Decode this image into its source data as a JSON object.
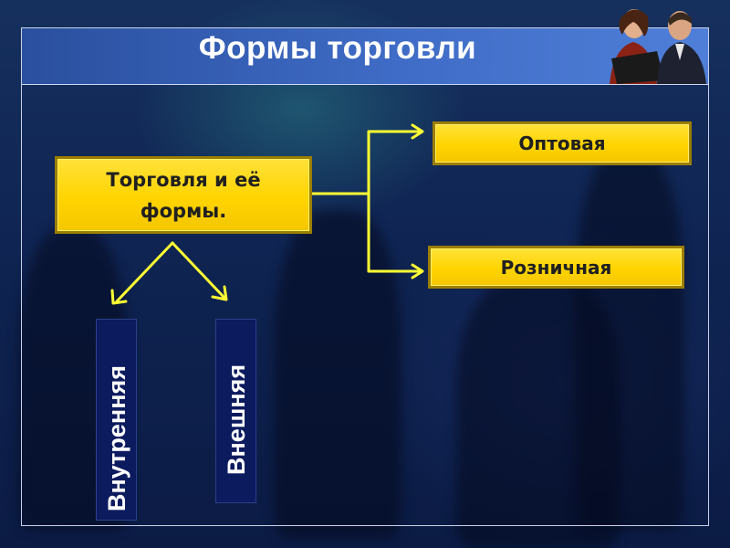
{
  "slide": {
    "title": "Формы торговли"
  },
  "diagram": {
    "main_node": "Торговля и её формы.",
    "right_nodes": [
      "Оптовая",
      "Розничная"
    ],
    "bottom_nodes": [
      "Внутренняя",
      "Внешняя"
    ]
  },
  "colors": {
    "yellow_box": "#ffd400",
    "connector": "#ffff33",
    "title_bar": "#3f6cc6",
    "vertical_box": "#0c1b5e"
  },
  "icons": {
    "photo": "business-people-photo"
  }
}
